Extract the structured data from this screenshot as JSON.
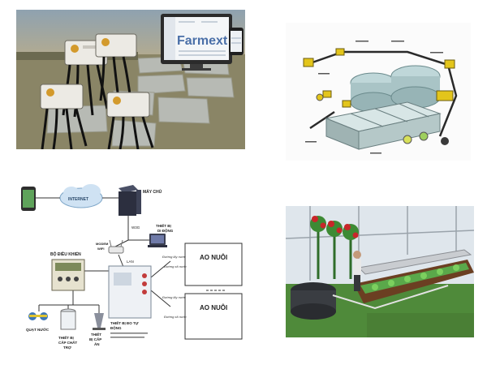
{
  "panel1": {
    "brand": "Farmext",
    "device_logo": "FARMEXT"
  },
  "panel2": {
    "icons": [
      "water-treatment-tanks-icon",
      "pump-icon",
      "sensor-icon"
    ]
  },
  "panel3": {
    "internet": "INTERNET",
    "server": "MÁY CHỦ",
    "w3g": "W3G",
    "mobile_device_1": "THIẾT BỊ",
    "mobile_device_2": "DI ĐỘNG",
    "modem_1": "MODEM",
    "modem_2": "WIFI",
    "lan": "LAN",
    "controller": "BỘ ĐIỀU KHIỂN",
    "pond_1": "AO NUÔI",
    "pond_2": "AO NUÔI",
    "line_in_1": "Đường lấy nước",
    "line_out_1": "Đường xả nước",
    "line_in_2": "Đường lấy nước",
    "line_out_2": "Đường xả nước",
    "fan": "QUẠT NƯỚC",
    "dosing_1": "THIẾT BỊ",
    "dosing_2": "CẤP CHẤT",
    "dosing_3": "TRỢ",
    "feeder_1": "THIẾT",
    "feeder_2": "BỊ CẤP",
    "feeder_3": "ĂN",
    "cabinet_1": "THIẾT BỊ ĐO TỰ",
    "cabinet_2": "ĐỘNG"
  },
  "panel4": {
    "scene": "aquaponics-greenhouse-illustration"
  }
}
